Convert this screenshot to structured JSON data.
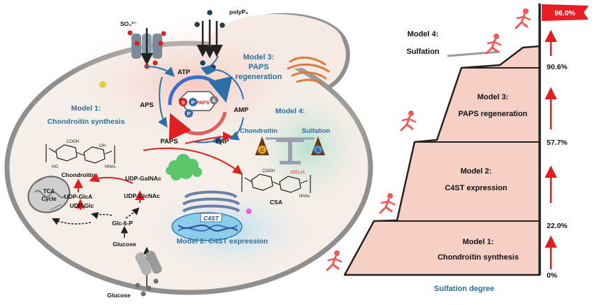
{
  "cell": {
    "sulfate_label": "SO₄²⁻",
    "polyp_label": "polyP₆",
    "glucose_outside": "Glucose",
    "glucose_inside": "Glucose",
    "glc6p": "Glc-6-P",
    "udp_glc": "UDP-Glc",
    "udp_glca": "UDP-GlcA",
    "udp_glcnac": "UDP-GlcNAc",
    "udp_galnac": "UDP-GalNAc",
    "tca_cycle": "TCA\nCycle",
    "chondroitin_product": "Chondroitin",
    "atp": "ATP",
    "aps": "APS",
    "amp": "AMP",
    "paps_left": "PAPS",
    "pap": "PAP",
    "paps_ring": "PAPS",
    "ring_s": "S",
    "ring_p1": "P",
    "ring_p2": "P",
    "ring_a": "A",
    "csa": "CSA",
    "balance_left": "Chondroitin",
    "balance_right": "Sulfation",
    "weight_c": "C",
    "weight_s": "S",
    "chem_cooh_1": "COOH",
    "chem_oh_1": "HO",
    "chem_oh_2": "OH",
    "chem_nhac_1": "NHAc",
    "chem_cooh_2": "COOH",
    "chem_oso3h": "OSO₃H",
    "chem_nhac_2": "NHAc",
    "gene_label": "C4ST"
  },
  "models": {
    "m1_title": "Model 1:",
    "m1_sub": "Chondroitin synthesis",
    "m2": "Model 2: C4ST expression",
    "m3_line1": "Model 3:",
    "m3_line2": "PAPS",
    "m3_line3": "regeneration",
    "m4": "Model 4:"
  },
  "mountain": {
    "layers": [
      {
        "line1": "Model 1:",
        "line2": "Chondroitin synthesis"
      },
      {
        "line1": "Model 2:",
        "line2": "C4ST expression"
      },
      {
        "line1": "Model 3:",
        "line2": "PAPS regeneration"
      },
      {
        "line1": "Model 4:",
        "line2": "Sulfation"
      }
    ],
    "levels": [
      "0%",
      "22.0%",
      "57.7%",
      "90.6%"
    ],
    "flag_value": "96.0%",
    "axis_label": "Sulfation degree"
  },
  "colors": {
    "cell_fill": "#f6efe9",
    "mountain_fill": "#f6d0c4",
    "accent_red": "#e02020",
    "title_blue": "#2a6f9e"
  }
}
